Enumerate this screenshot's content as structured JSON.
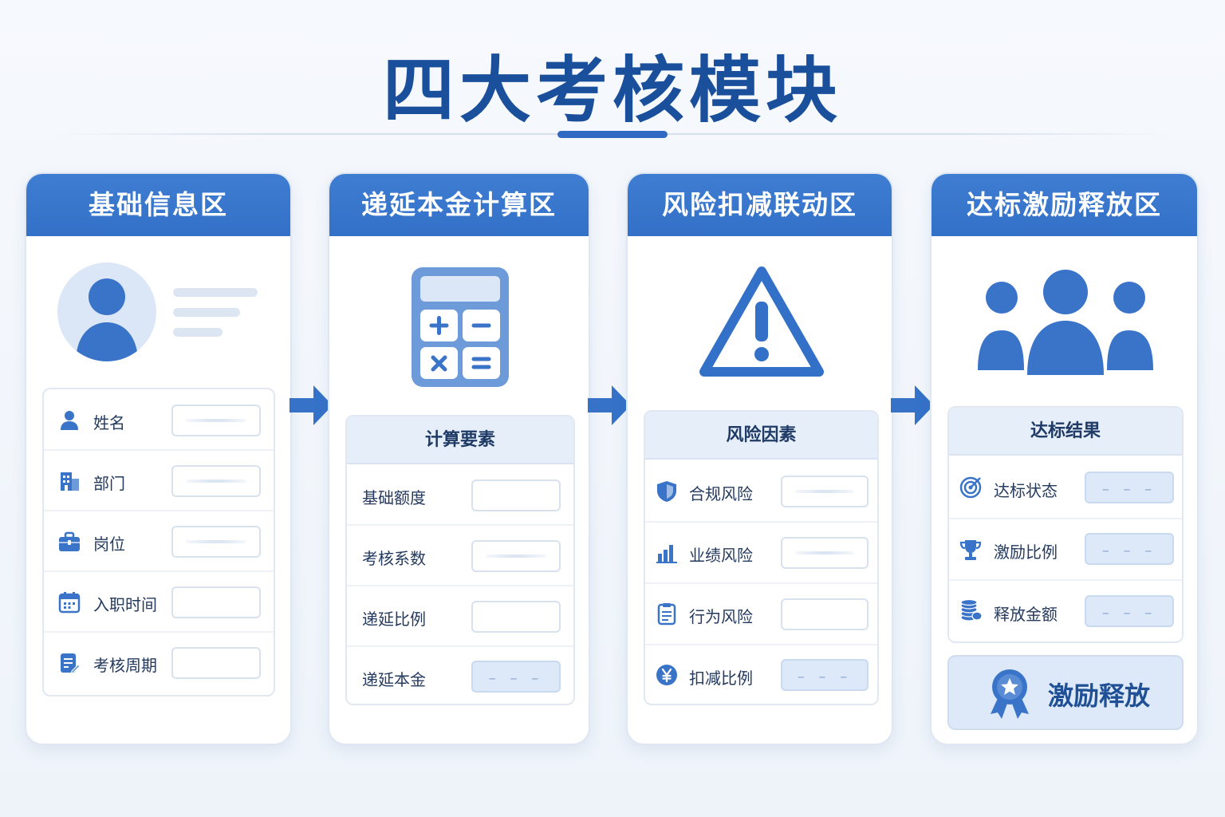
{
  "title": "四大考核模块",
  "modules": [
    {
      "header": "基础信息区",
      "rows": [
        {
          "label": "姓名",
          "icon": "person-icon"
        },
        {
          "label": "部门",
          "icon": "building-icon"
        },
        {
          "label": "岗位",
          "icon": "briefcase-icon"
        },
        {
          "label": "入职时间",
          "icon": "calendar-icon"
        },
        {
          "label": "考核周期",
          "icon": "document-edit-icon"
        }
      ]
    },
    {
      "header": "递延本金计算区",
      "panel_title": "计算要素",
      "rows": [
        {
          "label": "基础额度"
        },
        {
          "label": "考核系数"
        },
        {
          "label": "递延比例"
        },
        {
          "label": "递延本金",
          "value": "– – –"
        }
      ]
    },
    {
      "header": "风险扣减联动区",
      "panel_title": "风险因素",
      "rows": [
        {
          "label": "合规风险",
          "icon": "shield-icon"
        },
        {
          "label": "业绩风险",
          "icon": "bar-chart-icon"
        },
        {
          "label": "行为风险",
          "icon": "clipboard-icon"
        },
        {
          "label": "扣减比例",
          "icon": "yen-coin-icon",
          "value": "– – –"
        }
      ]
    },
    {
      "header": "达标激励释放区",
      "panel_title": "达标结果",
      "rows": [
        {
          "label": "达标状态",
          "icon": "target-icon",
          "value": "– – –"
        },
        {
          "label": "激励比例",
          "icon": "trophy-icon",
          "value": "– – –"
        },
        {
          "label": "释放金额",
          "icon": "coins-stack-icon",
          "value": "– – –"
        }
      ],
      "release_button": "激励释放"
    }
  ],
  "colors": {
    "primary": "#3370c7",
    "title": "#1a4f9c",
    "light": "#dde9f8"
  }
}
